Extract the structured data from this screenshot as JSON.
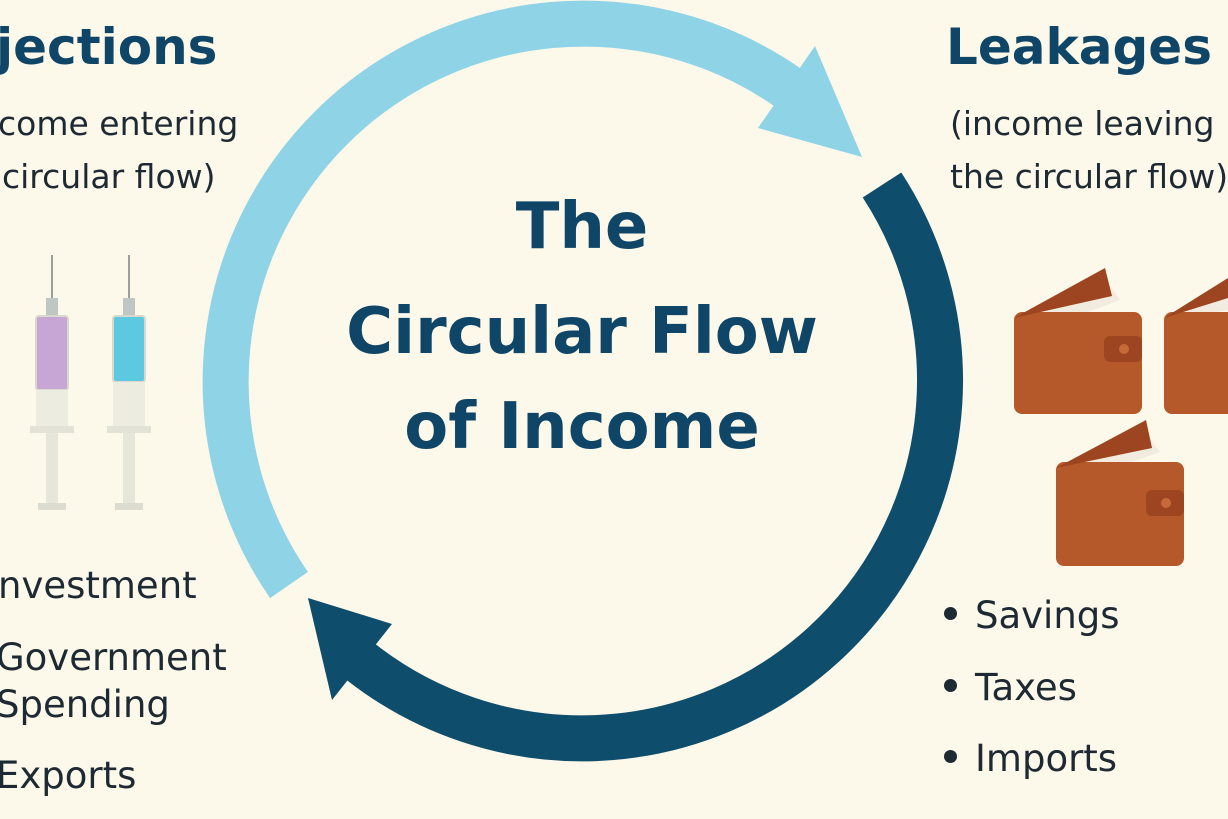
{
  "title": {
    "line1": "The",
    "line2": "Circular Flow",
    "line3": "of Income"
  },
  "injections": {
    "heading": "jections",
    "subtitle_line1": "come entering",
    "subtitle_line2": "circular flow)",
    "items": [
      "nvestment",
      "Government",
      "Spending",
      "Exports"
    ],
    "icon": "syringe-icon"
  },
  "leakages": {
    "heading": "Leakages",
    "subtitle_line1": "(income leaving",
    "subtitle_line2": "the circular flow)",
    "items": [
      "Savings",
      "Taxes",
      "Imports"
    ],
    "icon": "wallet-icon"
  },
  "colors": {
    "background": "#fcf8ea",
    "light_arrow": "#8fd3e6",
    "dark_arrow": "#0e4d6b",
    "heading": "#0f4566",
    "wallet": "#b5582a"
  }
}
